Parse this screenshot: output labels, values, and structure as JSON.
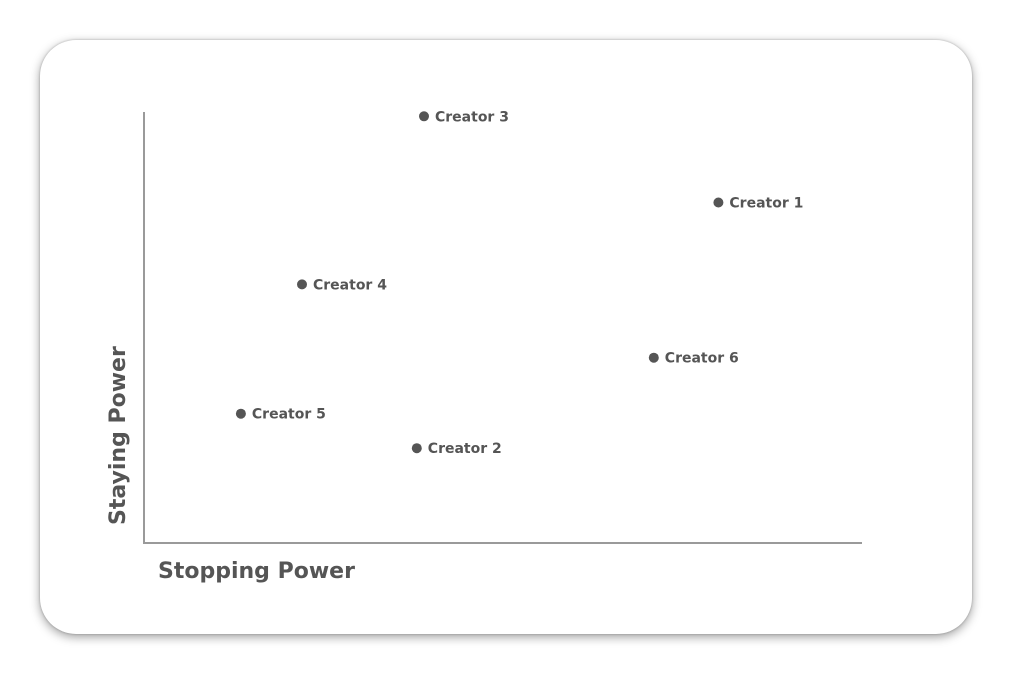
{
  "chart_data": {
    "type": "scatter",
    "title": "",
    "xlabel": "Stopping Power",
    "ylabel": "Staying Power",
    "xlim": [
      0,
      10
    ],
    "ylim": [
      0,
      10
    ],
    "grid": false,
    "axis_ticks": false,
    "point_color": "#555555",
    "axis_color": "#9a9a9a",
    "points": [
      {
        "label": "Creator 1",
        "x": 8.0,
        "y": 7.9
      },
      {
        "label": "Creator 2",
        "x": 3.8,
        "y": 2.2
      },
      {
        "label": "Creator 3",
        "x": 3.9,
        "y": 9.9
      },
      {
        "label": "Creator 4",
        "x": 2.2,
        "y": 6.0
      },
      {
        "label": "Creator 5",
        "x": 1.35,
        "y": 3.0
      },
      {
        "label": "Creator 6",
        "x": 7.1,
        "y": 4.3
      }
    ]
  }
}
